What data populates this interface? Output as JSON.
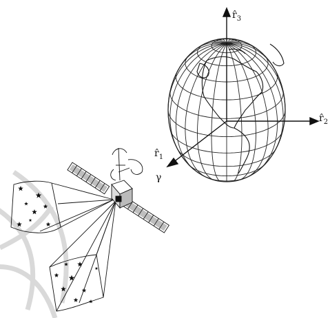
{
  "axes": {
    "r3": {
      "base": "r̂",
      "sub": "3"
    },
    "r2": {
      "base": "r̂",
      "sub": "2"
    },
    "r1": {
      "base": "r̂",
      "sub": "1"
    },
    "gamma": "γ"
  },
  "stars": {
    "upper_beam_count": 8,
    "lower_beam_count": 9
  },
  "colors": {
    "line": "#111111",
    "globe_grid": "#222222",
    "watermark": "#d6d6d6"
  },
  "icons": [
    "globe-icon",
    "satellite-icon",
    "star-icon"
  ]
}
